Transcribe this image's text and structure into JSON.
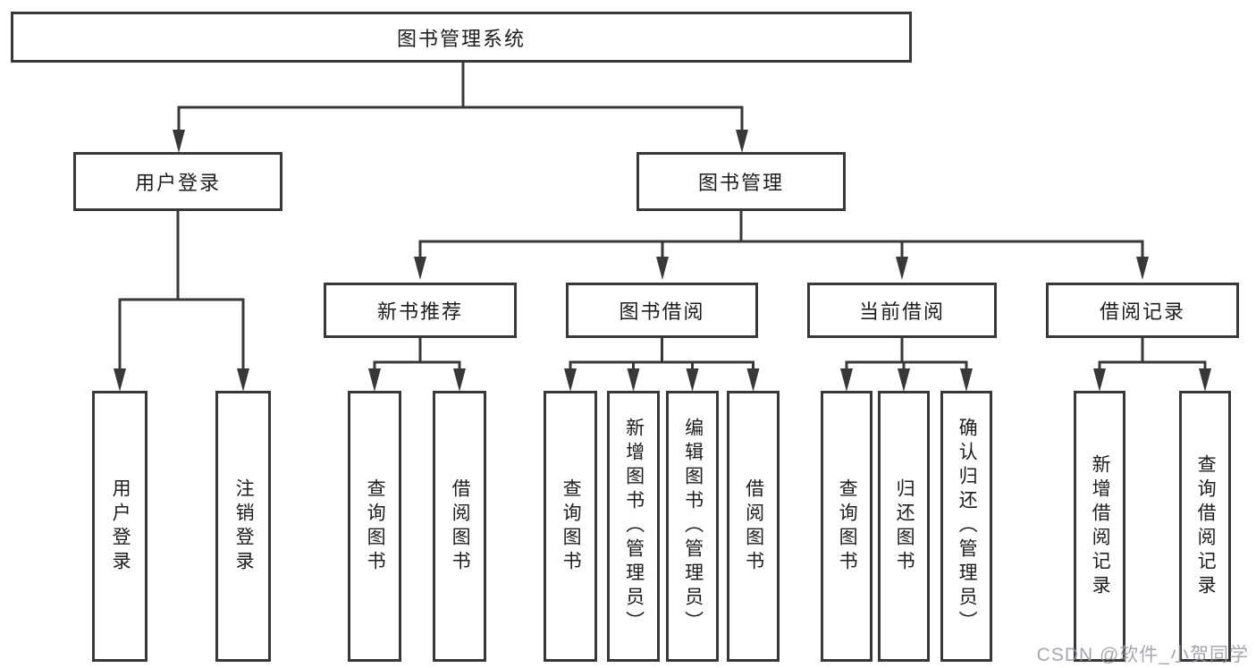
{
  "diagram": {
    "title": "图书管理系统",
    "tree": {
      "label": "图书管理系统",
      "children": [
        {
          "label": "用户登录",
          "children": [
            {
              "label": "用户登录"
            },
            {
              "label": "注销登录"
            }
          ]
        },
        {
          "label": "图书管理",
          "children": [
            {
              "label": "新书推荐",
              "children": [
                {
                  "label": "查询图书"
                },
                {
                  "label": "借阅图书"
                }
              ]
            },
            {
              "label": "图书借阅",
              "children": [
                {
                  "label": "查询图书"
                },
                {
                  "label": "新增图书（管理员）"
                },
                {
                  "label": "编辑图书（管理员）"
                },
                {
                  "label": "借阅图书"
                }
              ]
            },
            {
              "label": "当前借阅",
              "children": [
                {
                  "label": "查询图书"
                },
                {
                  "label": "归还图书"
                },
                {
                  "label": "确认归还（管理员）"
                }
              ]
            },
            {
              "label": "借阅记录",
              "children": [
                {
                  "label": "新增借阅记录"
                },
                {
                  "label": "查询借阅记录"
                }
              ]
            }
          ]
        }
      ]
    }
  },
  "watermark": {
    "text": "CSDN @软件_小贺同学"
  },
  "colors": {
    "line": "#383838",
    "box_border": "#383838",
    "text": "#1d1d1d",
    "watermark": "#9498a4",
    "background": "#ffffff"
  }
}
